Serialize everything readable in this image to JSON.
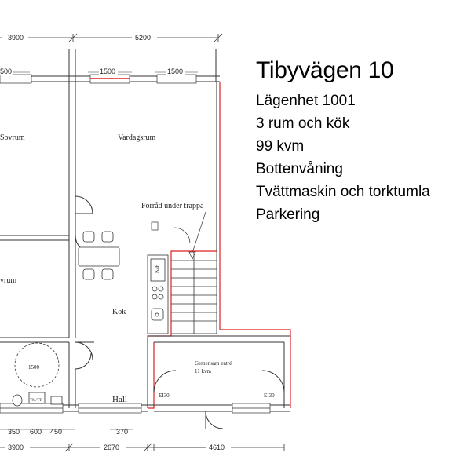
{
  "listing": {
    "title": "Tibyvägen 10",
    "apartment": "Lägenhet 1001",
    "rooms": "3 rum och kök",
    "area": "99 kvm",
    "floor": "Bottenvåning",
    "laundry": "Tvättmaskin och torktumla",
    "parking": "Parkering"
  },
  "plan": {
    "rooms": {
      "bedroom_1": "Sovrum",
      "living_room": "Vardagsrum",
      "storage": "Förråd under trappa",
      "bedroom_2": "vrum",
      "kitchen": "Kök",
      "hall": "Hall",
      "entrance": "Gemensam entré",
      "entrance_area": "11 kvm"
    },
    "dimensions": {
      "top_left": "3900",
      "top_right": "5200",
      "window_left": "500",
      "window_mid": "1500",
      "window_right": "1500",
      "bath_circle": "1500",
      "bottom_left": "3900",
      "bottom_mid": "2670",
      "bottom_right": "4610",
      "sub_350": "350",
      "sub_600": "600",
      "sub_450": "450",
      "sub_370": "370"
    },
    "labels": {
      "fridge": "K/F",
      "door_left": "EI30",
      "door_right": "EI30",
      "washer": "TM/TT"
    }
  }
}
